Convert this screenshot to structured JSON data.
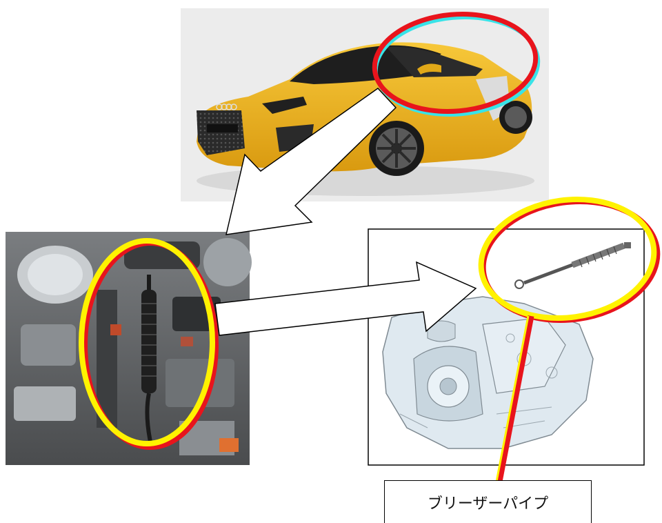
{
  "callout": {
    "label": "ブリーザーパイプ"
  },
  "panels": {
    "car": "yellow-sports-car-photo",
    "engine": "engine-bay-photo",
    "transmission": "transmission-illustration"
  },
  "colors": {
    "highlight_red": "#e8141c",
    "highlight_yellow": "#fff200",
    "highlight_cyan": "#38e3e8",
    "car_body": "#f1b41c",
    "arrow_fill": "#ffffff",
    "arrow_stroke": "#000000"
  }
}
